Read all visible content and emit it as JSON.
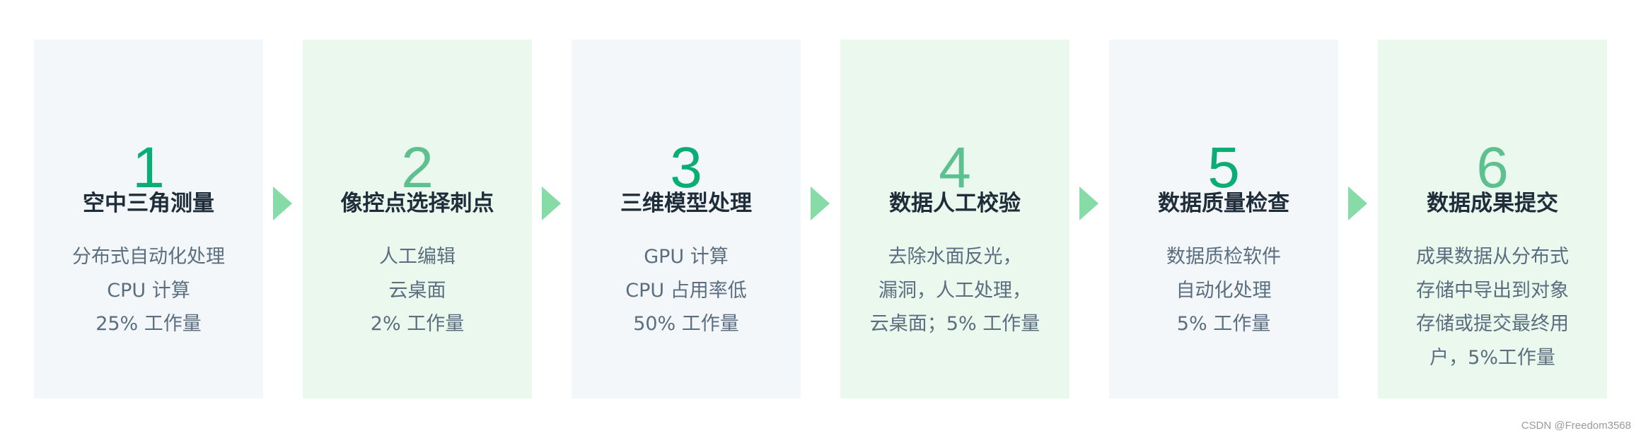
{
  "colors": {
    "card_bg_odd": "#f3f7fa",
    "card_bg_even": "#eaf8ed",
    "number_odd": "#0aad73",
    "number_even": "#5cc08f",
    "arrow": "#86dba6",
    "title": "#1f2d3a",
    "body": "#5a6e80"
  },
  "steps": [
    {
      "number": "1",
      "title": "空中三角测量",
      "lines": [
        "分布式自动化处理",
        "CPU 计算",
        "25% 工作量"
      ]
    },
    {
      "number": "2",
      "title": "像控点选择刺点",
      "lines": [
        "人工编辑",
        "云桌面",
        "2% 工作量"
      ]
    },
    {
      "number": "3",
      "title": "三维模型处理",
      "lines": [
        "GPU 计算",
        "CPU 占用率低",
        "50% 工作量"
      ]
    },
    {
      "number": "4",
      "title": "数据人工校验",
      "lines": [
        "去除水面反光，",
        "漏洞，人工处理，",
        "云桌面；5% 工作量"
      ]
    },
    {
      "number": "5",
      "title": "数据质量检查",
      "lines": [
        "数据质检软件",
        "自动化处理",
        "5% 工作量"
      ]
    },
    {
      "number": "6",
      "title": "数据成果提交",
      "lines": [
        "成果数据从分布式",
        "存储中导出到对象",
        "存储或提交最终用",
        "户，5%工作量"
      ]
    }
  ],
  "arrow_icon": "triangle-right",
  "watermark": "CSDN @Freedom3568"
}
